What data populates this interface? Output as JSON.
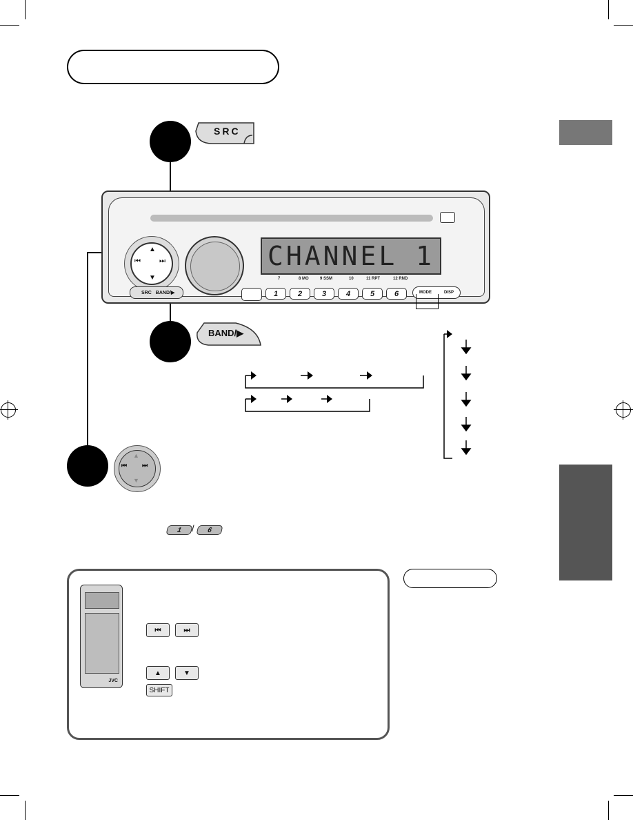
{
  "display": {
    "text": "CHANNEL 1"
  },
  "buttons": {
    "src": "SRC",
    "band": "BAND/▶",
    "mode": "MODE",
    "disp": "DISP",
    "presets": [
      "1",
      "2",
      "3",
      "4",
      "5",
      "6"
    ],
    "preset_range": [
      "1",
      "6"
    ]
  },
  "preset_sublabels": [
    "7",
    "8 MO",
    "9 SSM",
    "10",
    "11 RPT",
    "12 RND"
  ],
  "remote": {
    "skip_back": "⏮",
    "skip_fwd": "⏭",
    "up": "▲",
    "down": "▼",
    "shift": "SHIFT",
    "brand": "JVC"
  },
  "icons": [
    "registration-mark-icon",
    "arrow-right-icon",
    "arrow-down-icon",
    "control-dial-icon",
    "remote-control-icon"
  ]
}
